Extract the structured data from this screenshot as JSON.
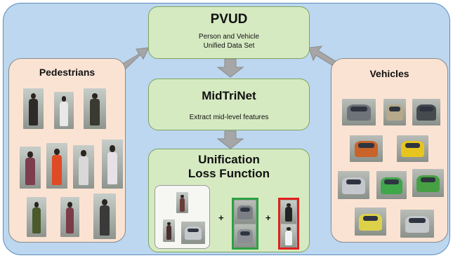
{
  "pvud": {
    "title": "PVUD",
    "line1": "Person and Vehicle",
    "line2": "Unified Data Set"
  },
  "midtrinet": {
    "title": "MidTriNet",
    "subtitle": "Extract mid-level features"
  },
  "loss": {
    "title_line1": "Unification",
    "title_line2": "Loss Function",
    "plus": "+"
  },
  "pedestrians": {
    "title": "Pedestrians"
  },
  "vehicles": {
    "title": "Vehicles"
  },
  "colors": {
    "background": "#bcd7ef",
    "green_box": "#d6eac2",
    "peach_box": "#fbe3d3",
    "arrow": "#a6a6a6",
    "positive_border": "#2ea043",
    "negative_border": "#e0201c"
  }
}
